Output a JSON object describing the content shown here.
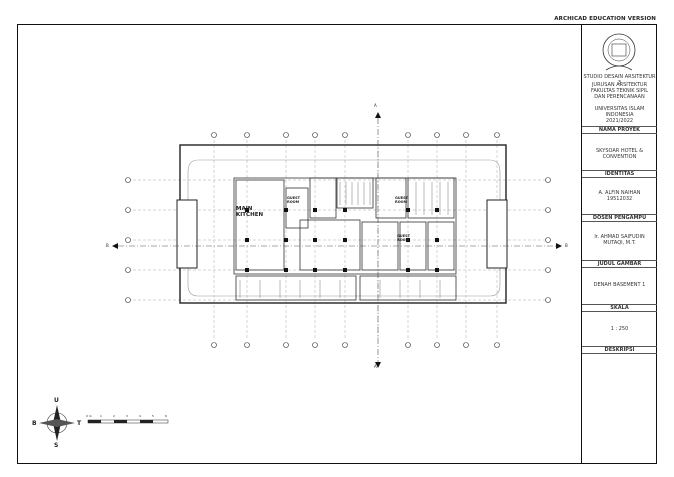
{
  "watermark": "ARCHICAD EDUCATION VERSION",
  "titleblock": {
    "studio": "STUDIO DESAIN ARSITEKTUR 3",
    "dept_lines": [
      "JURUSAN ARSITEKTUR",
      "FAKULTAS TEKNIK SIPIL",
      "DAN PERENCANAAN"
    ],
    "univ_lines": [
      "UNIVERSITAS ISLAM",
      "INDONESIA",
      "2021/2022"
    ],
    "project_label": "NAMA PROYEK",
    "project_lines": [
      "SKYSOAR HOTEL &",
      "CONVENTION"
    ],
    "identity_label": "IDENTITAS",
    "identity_lines": [
      "A. ALFIN NAIHAN",
      "19512032"
    ],
    "lecturer_label": "DOSEN PENGAMPU",
    "lecturer_lines": [
      "Ir. AHMAD SAIFUDIN",
      "MUTAQI, M.T."
    ],
    "drawing_label": "JUDUL GAMBAR",
    "drawing_title": "DENAH BASEMENT 1",
    "scale_label": "SKALA",
    "scale_value": "1 : 250",
    "desc_label": "DESKRIPSI"
  },
  "plan": {
    "room_labels": [
      "MAIN KITCHEN",
      "GUEST ROOM",
      "GUEST ROOM",
      "GUEST ROOM"
    ],
    "section_marks": [
      "A",
      "A",
      "B",
      "B"
    ]
  },
  "compass": {
    "north": "U",
    "south": "S",
    "west": "B",
    "east": "T"
  },
  "scale_bar": {
    "labels": [
      "0 m",
      "1",
      "2",
      "3",
      "4",
      "5",
      "6"
    ]
  }
}
